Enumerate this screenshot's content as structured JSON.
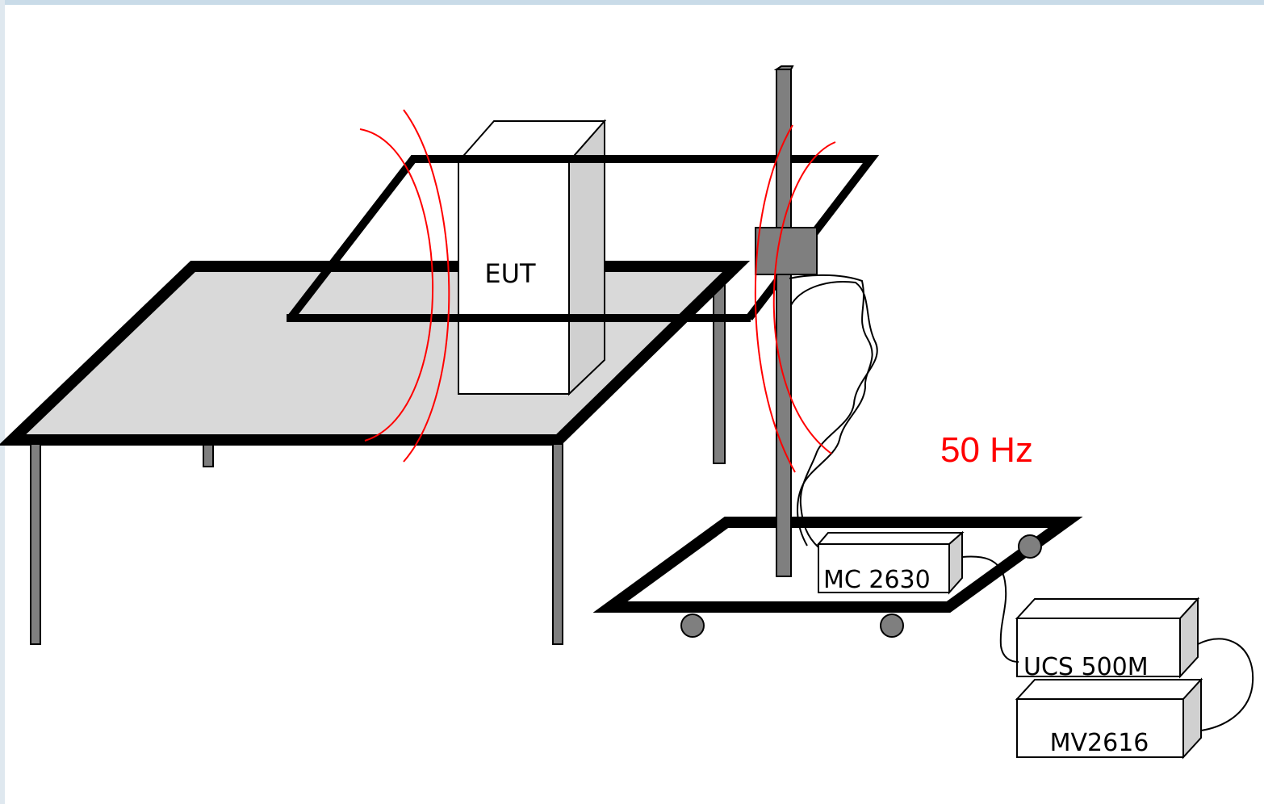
{
  "diagram": {
    "labels": {
      "eut": "EUT",
      "frequency": "50 Hz",
      "coil_controller": "MC 2630",
      "generator": "UCS 500M",
      "transformer": "MV2616"
    },
    "colors": {
      "background": "#ffffff",
      "frame_edge": "#a9c3d6",
      "outline": "#000000",
      "table_surface": "#d9d9d9",
      "pole": "#7f7f7f",
      "box_side": "#d0d0d0",
      "clamp": "#7f7f7f",
      "field_lines": "#ff0000",
      "frequency_text": "#ff0000"
    }
  }
}
